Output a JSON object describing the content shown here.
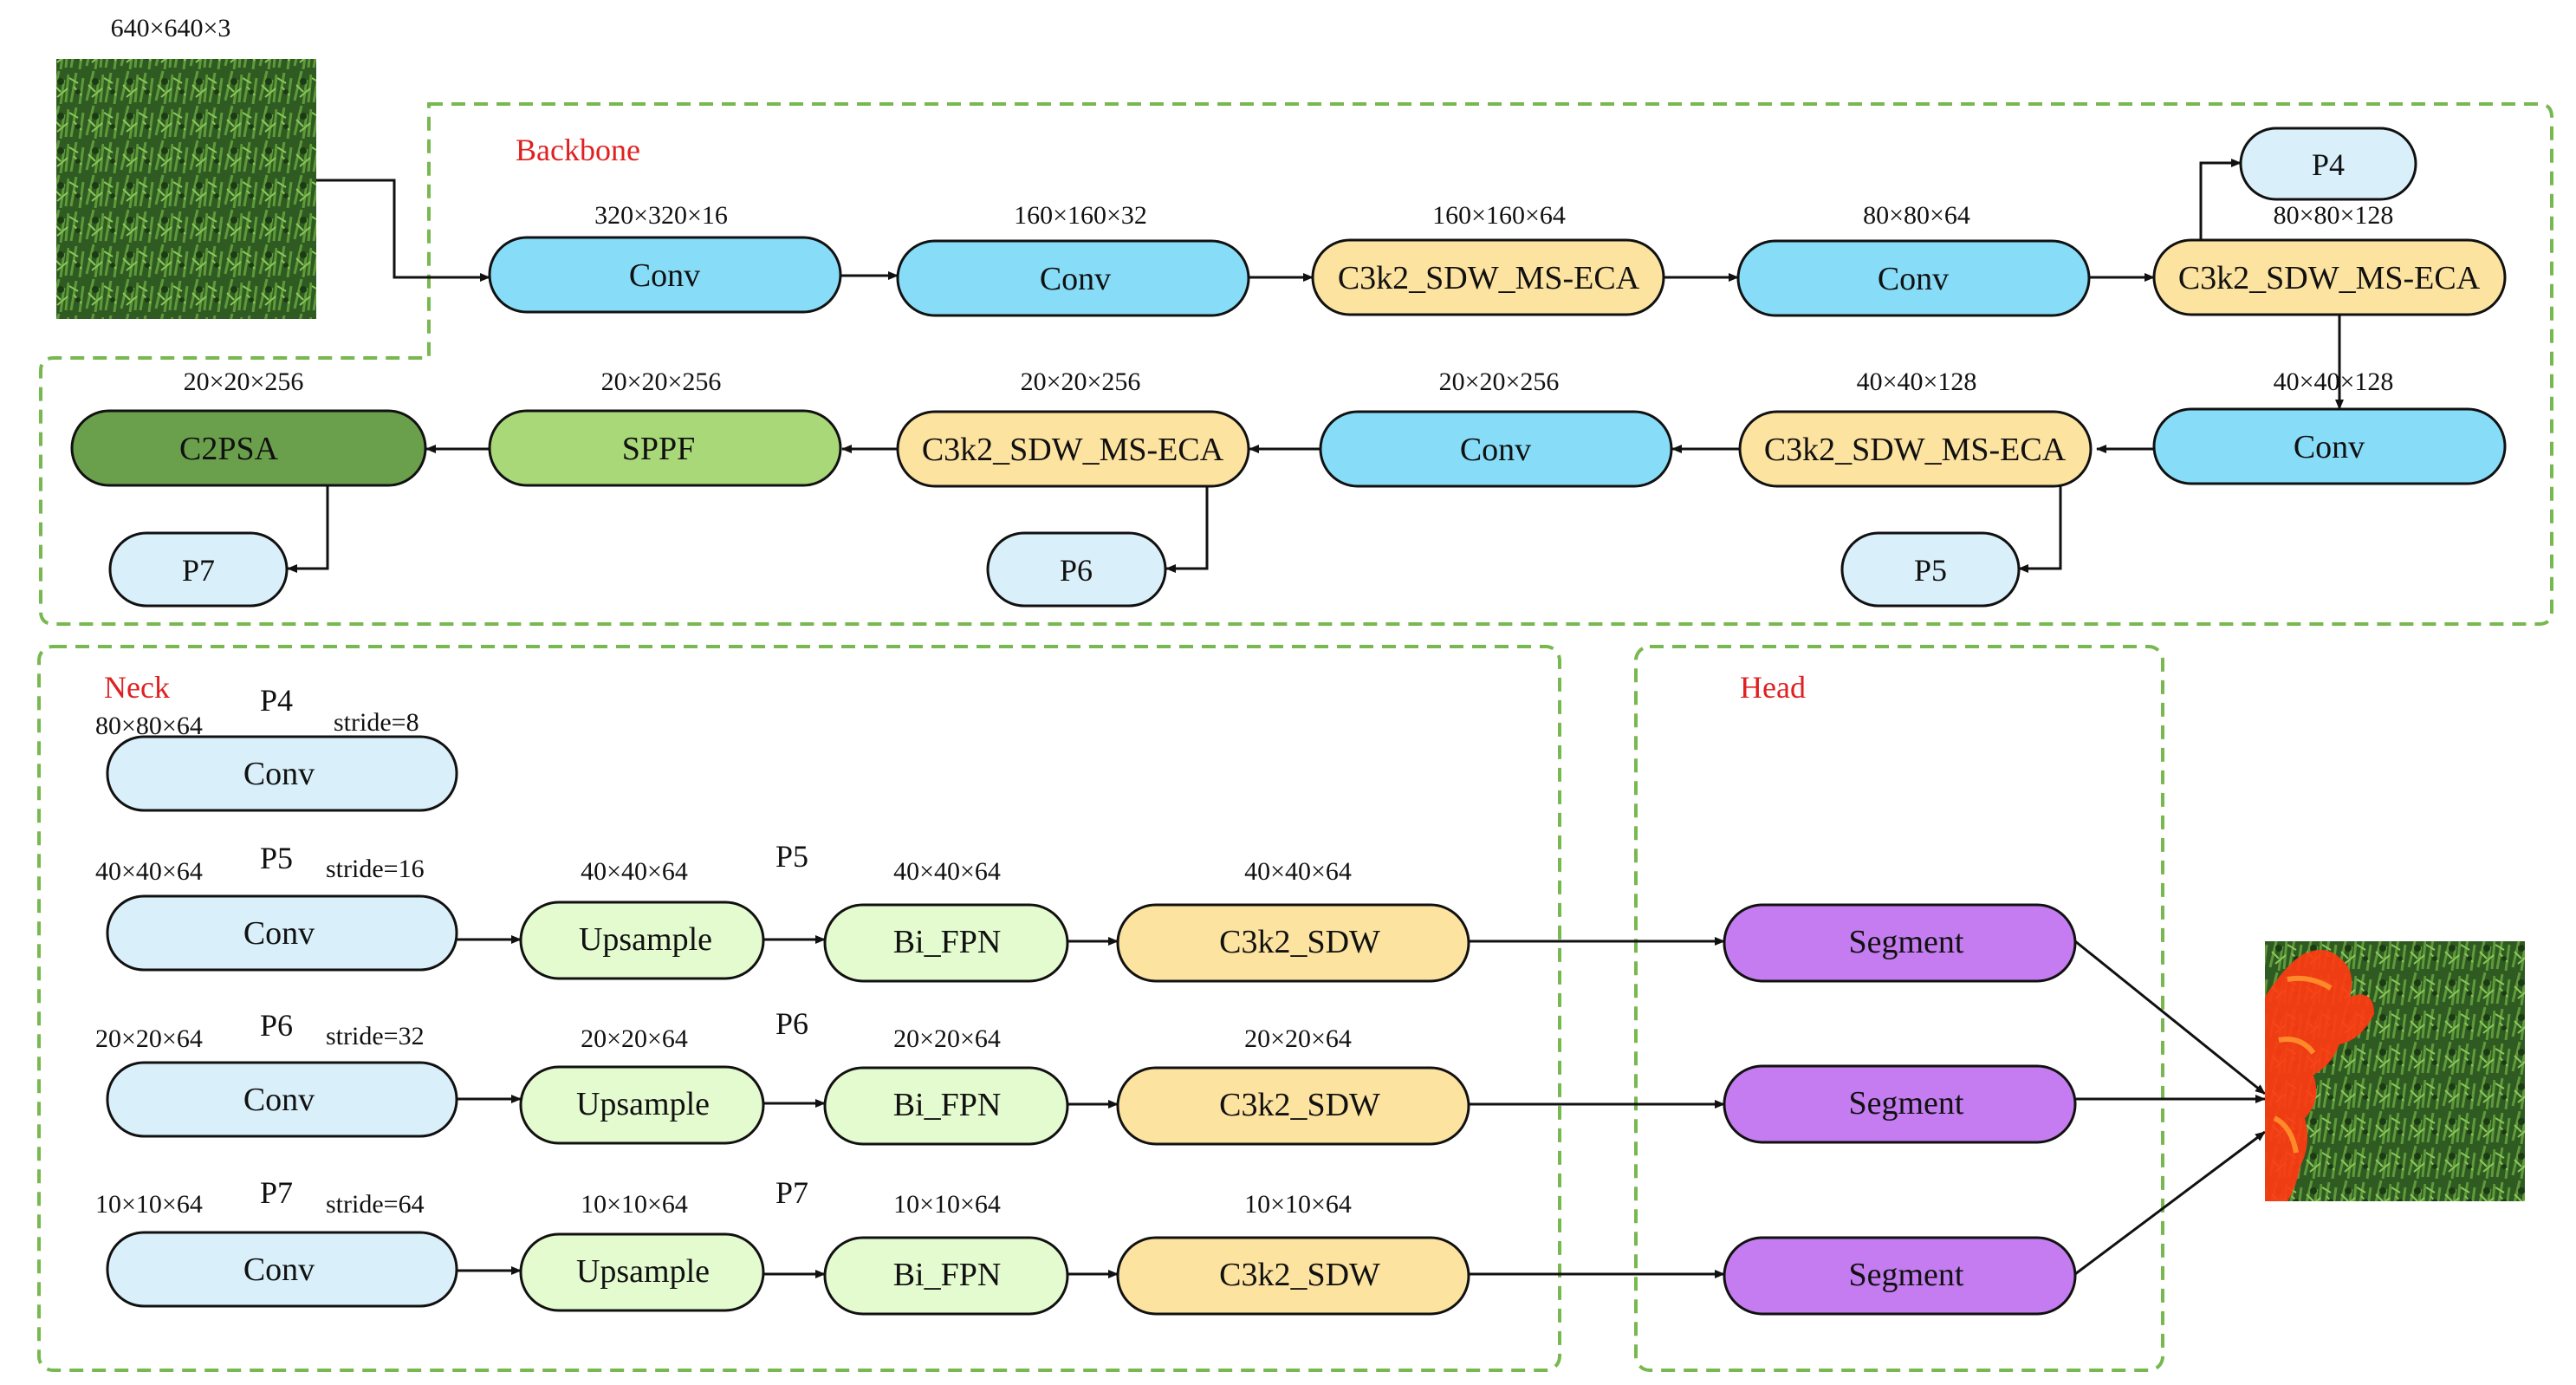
{
  "sections": {
    "backbone": "Backbone",
    "neck": "Neck",
    "head": "Head"
  },
  "colors": {
    "conv": "#87dcf8",
    "c3k2": "#fde3a0",
    "sppf": "#a8d878",
    "c2psa": "#6aa04c",
    "p_label": "#d9f0fb",
    "neck_conv": "#d9f0fb",
    "upsample": "#e4fbd0",
    "bifpn": "#e4fbd0",
    "c3k2_sdw": "#fde3a0",
    "segment": "#c47cf0",
    "section_border": "#78b850",
    "section_label": "#e02020"
  },
  "input": {
    "dim": "640×640×3",
    "image": "input-vegetation-image"
  },
  "output": {
    "image": "output-segmentation-image"
  },
  "backbone": {
    "row1": [
      {
        "label": "Conv",
        "dim": "320×320×16",
        "kind": "conv"
      },
      {
        "label": "Conv",
        "dim": "160×160×32",
        "kind": "conv"
      },
      {
        "label": "C3k2_SDW_MS-ECA",
        "dim": "160×160×64",
        "kind": "c3k2"
      },
      {
        "label": "Conv",
        "dim": "80×80×64",
        "kind": "conv"
      },
      {
        "label": "C3k2_SDW_MS-ECA",
        "dim": "80×80×128",
        "kind": "c3k2"
      }
    ],
    "row2": [
      {
        "label": "C2PSA",
        "dim": "20×20×256",
        "kind": "c2psa"
      },
      {
        "label": "SPPF",
        "dim": "20×20×256",
        "kind": "sppf"
      },
      {
        "label": "C3k2_SDW_MS-ECA",
        "dim": "20×20×256",
        "kind": "c3k2"
      },
      {
        "label": "Conv",
        "dim": "20×20×256",
        "kind": "conv"
      },
      {
        "label": "C3k2_SDW_MS-ECA",
        "dim": "40×40×128",
        "kind": "c3k2"
      },
      {
        "label": "Conv",
        "dim": "40×40×128",
        "kind": "conv"
      }
    ],
    "outputs": [
      "P4",
      "P7",
      "P6",
      "P5"
    ]
  },
  "neck": {
    "rows": [
      {
        "p": "P4",
        "dim": "80×80×64",
        "stride": "stride=8",
        "conv": "Conv"
      },
      {
        "p": "P5",
        "dim": "40×40×64",
        "stride": "stride=16",
        "conv": "Conv",
        "up_dim": "40×40×64",
        "up": "Upsample",
        "p2": "P5",
        "fpn_dim": "40×40×64",
        "fpn": "Bi_FPN",
        "c3_dim": "40×40×64",
        "c3": "C3k2_SDW"
      },
      {
        "p": "P6",
        "dim": "20×20×64",
        "stride": "stride=32",
        "conv": "Conv",
        "up_dim": "20×20×64",
        "up": "Upsample",
        "p2": "P6",
        "fpn_dim": "20×20×64",
        "fpn": "Bi_FPN",
        "c3_dim": "20×20×64",
        "c3": "C3k2_SDW"
      },
      {
        "p": "P7",
        "dim": "10×10×64",
        "stride": "stride=64",
        "conv": "Conv",
        "up_dim": "10×10×64",
        "up": "Upsample",
        "p2": "P7",
        "fpn_dim": "10×10×64",
        "fpn": "Bi_FPN",
        "c3_dim": "10×10×64",
        "c3": "C3k2_SDW"
      }
    ]
  },
  "head": {
    "segments": [
      "Segment",
      "Segment",
      "Segment"
    ]
  }
}
